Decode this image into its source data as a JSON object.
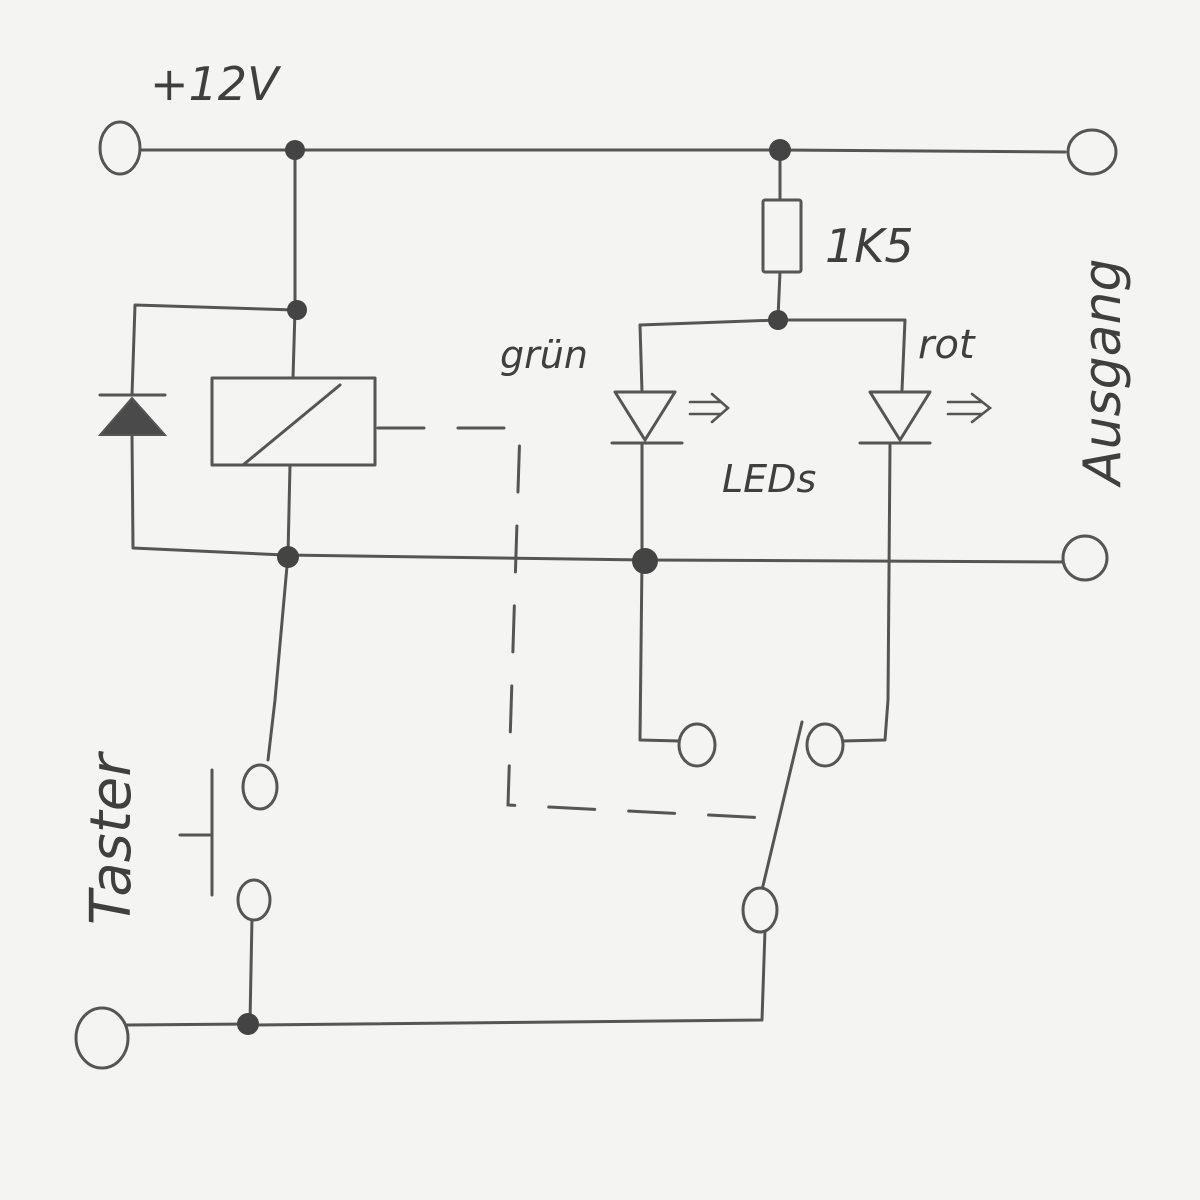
{
  "labels": {
    "supply": "+12V",
    "resistor": "1K5",
    "green_led": "grün",
    "red_led": "rot",
    "leds": "LEDs",
    "output": "Ausgang",
    "button": "Taster"
  },
  "colors": {
    "paper": "#f4f4f2",
    "pencil": "#555555"
  }
}
